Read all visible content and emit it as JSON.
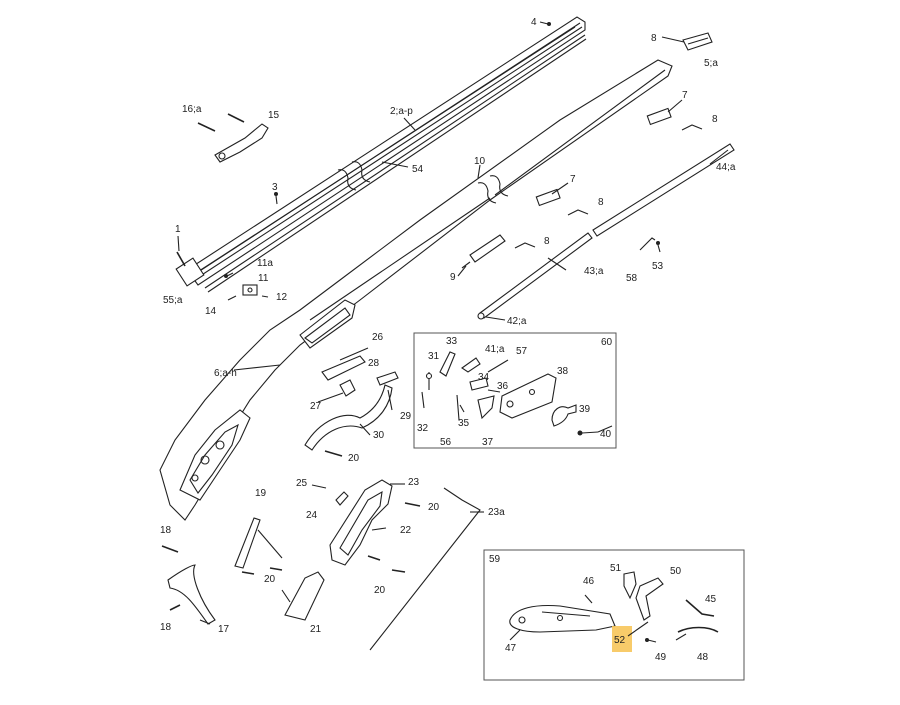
{
  "highlight_color": "#f7c55a",
  "labels": {
    "p1": "1",
    "p2": "2;a-p",
    "p3": "3",
    "p4": "4",
    "p5": "5;a",
    "p6": "6;a-h",
    "p7a": "7",
    "p7b": "7",
    "p8a": "8",
    "p8b": "8",
    "p8c": "8",
    "p8d": "8",
    "p9": "9",
    "p10": "10",
    "p11": "11",
    "p11a": "11a",
    "p12": "12",
    "p14": "14",
    "p15": "15",
    "p16": "16;a",
    "p17": "17",
    "p18a": "18",
    "p18b": "18",
    "p19": "19",
    "p20a": "20",
    "p20b": "20",
    "p20c": "20",
    "p20d": "20",
    "p21": "21",
    "p22": "22",
    "p23": "23",
    "p23a": "23a",
    "p24": "24",
    "p25": "25",
    "p26": "26",
    "p27": "27",
    "p28": "28",
    "p29": "29",
    "p30": "30",
    "p31": "31",
    "p32": "32",
    "p33": "33",
    "p34": "34",
    "p35": "35",
    "p36": "36",
    "p37": "37",
    "p38": "38",
    "p39": "39",
    "p40": "40",
    "p41": "41;a",
    "p42": "42;a",
    "p43": "43;a",
    "p44": "44;a",
    "p45": "45",
    "p46": "46",
    "p47": "47",
    "p48": "48",
    "p49": "49",
    "p50": "50",
    "p51": "51",
    "p52": "52",
    "p53": "53",
    "p54": "54",
    "p55": "55;a",
    "p56": "56",
    "p57": "57",
    "p58": "58",
    "p59": "59",
    "p60": "60"
  }
}
